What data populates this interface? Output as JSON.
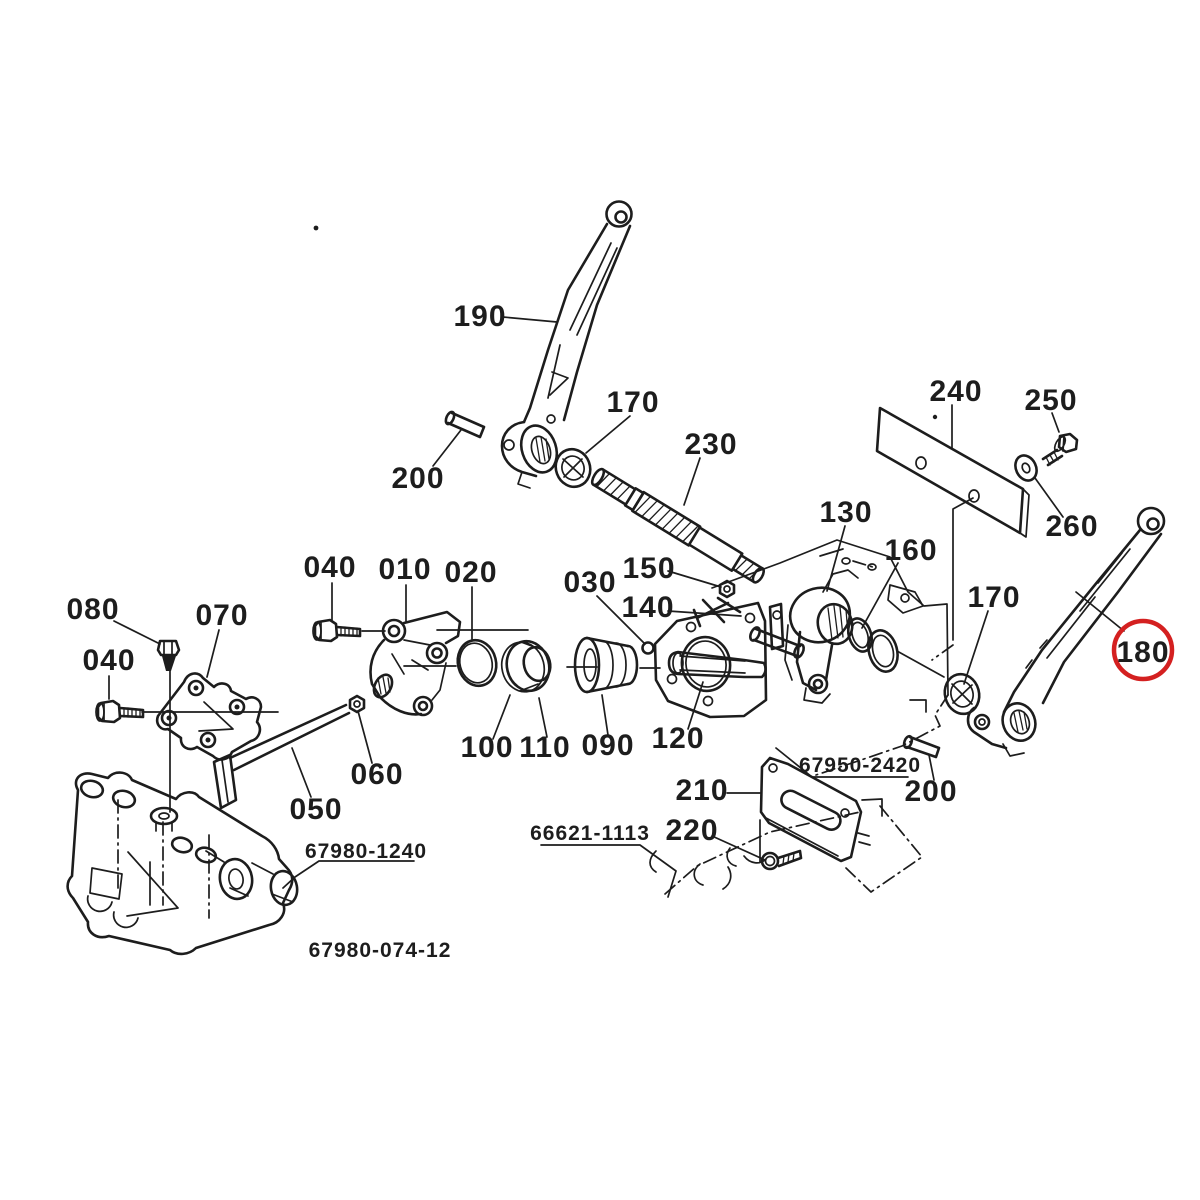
{
  "diagram": {
    "type": "exploded-parts-diagram",
    "ink_color": "#1d1d1d",
    "highlight_color": "#d42020",
    "callouts": [
      {
        "text": "190"
      },
      {
        "text": "200"
      },
      {
        "text": "170"
      },
      {
        "text": "230"
      },
      {
        "text": "240"
      },
      {
        "text": "250"
      },
      {
        "text": "260"
      },
      {
        "text": "130"
      },
      {
        "text": "160"
      },
      {
        "text": "150"
      },
      {
        "text": "140"
      },
      {
        "text": "030"
      },
      {
        "text": "040"
      },
      {
        "text": "010"
      },
      {
        "text": "020"
      },
      {
        "text": "080"
      },
      {
        "text": "070"
      },
      {
        "text": "040"
      },
      {
        "text": "100"
      },
      {
        "text": "110"
      },
      {
        "text": "090"
      },
      {
        "text": "120"
      },
      {
        "text": "210"
      },
      {
        "text": "220"
      },
      {
        "text": "050"
      },
      {
        "text": "060"
      },
      {
        "text": "170"
      },
      {
        "text": "180",
        "highlighted": true
      },
      {
        "text": "200"
      }
    ],
    "part_numbers": [
      {
        "text": "67980-1240"
      },
      {
        "text": "66621-1113"
      },
      {
        "text": "67950-2420"
      }
    ],
    "drawing_number": {
      "text": "67980-074-12"
    }
  }
}
